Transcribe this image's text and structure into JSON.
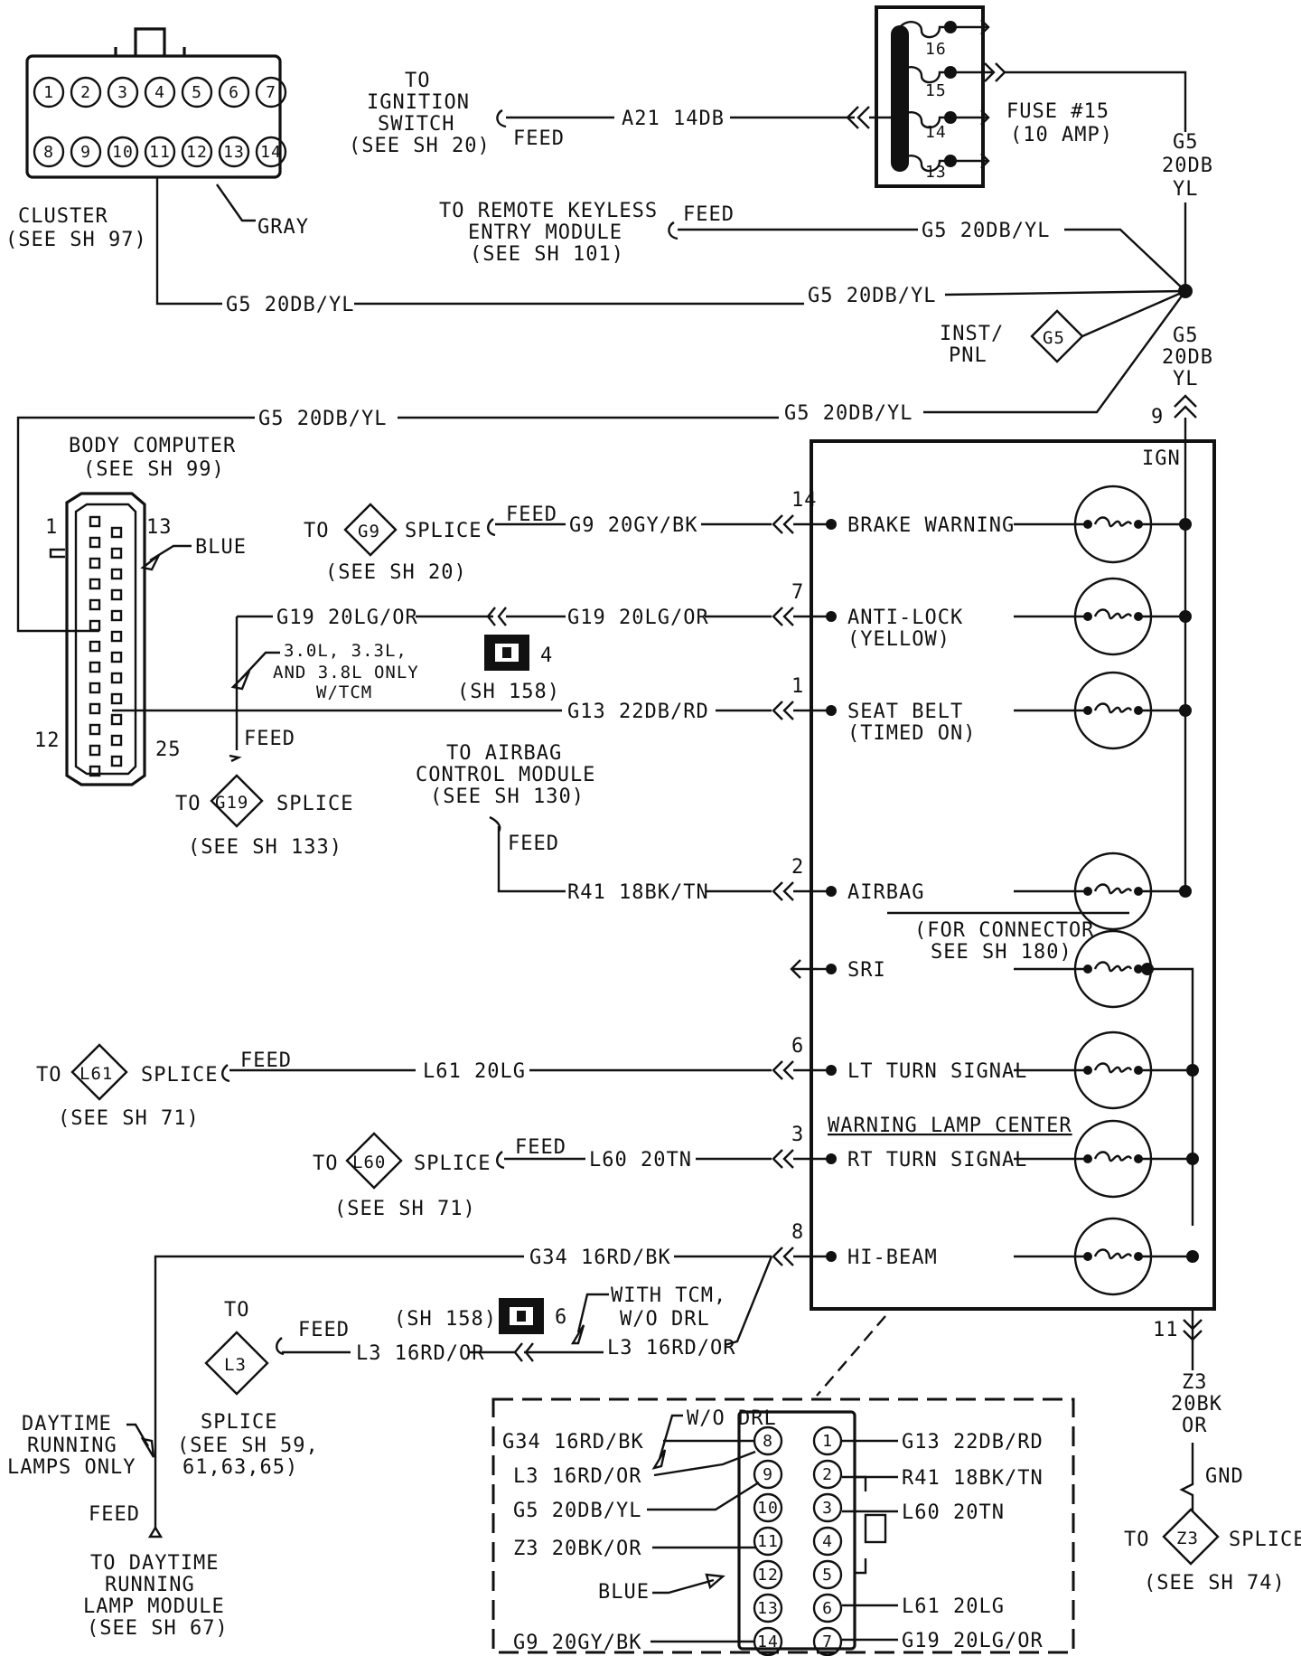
{
  "labels": {
    "to_ign_1": "TO",
    "to_ign_2": "IGNITION",
    "to_ign_3": "SWITCH",
    "to_ign_4": "(SEE SH 20)",
    "feed": "FEED",
    "wire_a21": "A21 14DB",
    "fuse_1": "FUSE #15",
    "fuse_2": "(10 AMP)",
    "fuse_pin16": "16",
    "fuse_pin15": "15",
    "fuse_pin14": "14",
    "fuse_pin13": "13",
    "g5": "G5",
    "g5_20db": "20DB",
    "g5_yl": "YL",
    "g5_full": "G5 20DB/YL",
    "rke_1": "TO REMOTE KEYLESS",
    "rke_2": "ENTRY MODULE",
    "rke_3": "(SEE SH 101)",
    "cluster_1": "CLUSTER",
    "cluster_2": "(SEE SH 97)",
    "gray": "GRAY",
    "inst_1": "INST/",
    "inst_2": "PNL",
    "body_1": "BODY COMPUTER",
    "body_2": "(SEE SH 99)",
    "blue": "BLUE",
    "bc_pin1": "1",
    "bc_pin13": "13",
    "bc_pin12": "12",
    "bc_pin25": "25",
    "ign": "IGN",
    "pin9": "9",
    "pin11": "11",
    "to": "TO",
    "splice": "SPLICE",
    "g9": "G9",
    "see_sh20": "(SEE SH 20)",
    "wire_g9": "G9 20GY/BK",
    "wire_g19": "G19 20LG/OR",
    "engines_1": "3.0L, 3.3L,",
    "engines_2": "AND 3.8L ONLY",
    "engines_3": "W/TCM",
    "sh158": "(SH 158)",
    "conn4": "4",
    "conn6": "6",
    "wire_g13": "G13 22DB/RD",
    "g19": "G19",
    "see_sh133": "(SEE SH 133)",
    "airbag_1": "TO AIRBAG",
    "airbag_2": "CONTROL MODULE",
    "airbag_3": "(SEE SH 130)",
    "wire_r41": "R41 18BK/TN",
    "brake": "BRAKE WARNING",
    "antilock_1": "ANTI-LOCK",
    "antilock_2": "(YELLOW)",
    "seatbelt_1": "SEAT BELT",
    "seatbelt_2": "(TIMED ON)",
    "wlc_1": "WARNING LAMP CENTER",
    "wlc_2": "(FOR CONNECTOR",
    "wlc_3": "SEE SH 180)",
    "airbag_lamp": "AIRBAG",
    "sri": "SRI",
    "lt_turn": "LT TURN SIGNAL",
    "rt_turn": "RT TURN SIGNAL",
    "hibeam": "HI-BEAM",
    "pin14": "14",
    "pin7": "7",
    "pin1": "1",
    "pin2": "2",
    "pin6": "6",
    "pin3": "3",
    "pin8": "8",
    "l61": "L61",
    "see_sh71": "(SEE SH 71)",
    "wire_l61": "L61 20LG",
    "l60": "L60",
    "wire_l60": "L60 20TN",
    "wire_g34": "G34 16RD/BK",
    "with_tcm_1": "WITH TCM,",
    "with_tcm_2": "W/O DRL",
    "wire_l3_long": "L3 16RD/OR",
    "wire_l3_short": "L3 16RD/OR",
    "l3": "L3",
    "splice_l3_1": "SPLICE",
    "splice_l3_2": "(SEE SH 59,",
    "splice_l3_3": "61,63,65)",
    "drl_only_1": "DAYTIME",
    "drl_only_2": "RUNNING",
    "drl_only_3": "LAMPS ONLY",
    "drl_mod_1": "TO DAYTIME",
    "drl_mod_2": "RUNNING",
    "drl_mod_3": "LAMP MODULE",
    "drl_mod_4": "(SEE SH 67)",
    "z3_1": "Z3",
    "z3_2": "20BK",
    "z3_3": "OR",
    "gnd": "GND",
    "z3": "Z3",
    "see_sh74": "(SEE SH 74)",
    "wo_drl": "W/O DRL",
    "cw_g34": "G34 16RD/BK",
    "cw_l3": "L3 16RD/OR",
    "cw_g5": "G5 20DB/YL",
    "cw_z3": "Z3 20BK/OR",
    "cw_blue": "BLUE",
    "cw_g9": "G9 20GY/BK",
    "cw_g13": "G13 22DB/RD",
    "cw_r41": "R41 18BK/TN",
    "cw_l60": "L60 20TN",
    "cw_l61": "L61 20LG",
    "cw_g19": "G19 20LG/OR"
  },
  "cluster_pins_top": [
    "1",
    "2",
    "3",
    "4",
    "5",
    "6",
    "7"
  ],
  "cluster_pins_bottom": [
    "8",
    "9",
    "10",
    "11",
    "12",
    "13",
    "14"
  ],
  "wlc_connector": {
    "left": [
      "8",
      "9",
      "10",
      "11",
      "12",
      "13",
      "14"
    ],
    "right": [
      "1",
      "2",
      "3",
      "4",
      "5",
      "6",
      "7"
    ]
  },
  "lamp_symbol": "-00-"
}
